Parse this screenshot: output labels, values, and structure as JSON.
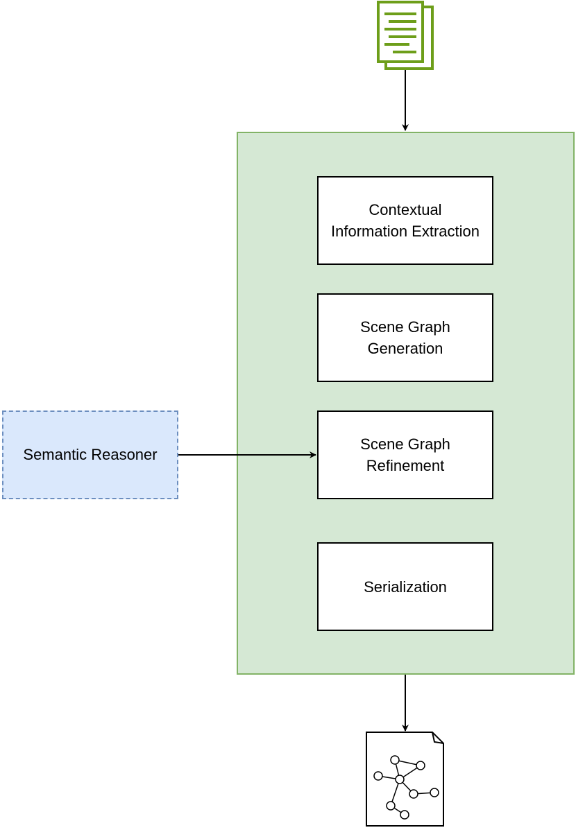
{
  "colors": {
    "pipeline_fill": "#d5e8d4",
    "pipeline_stroke": "#82b366",
    "reasoner_fill": "#dae8fc",
    "reasoner_stroke": "#6c8ebf",
    "document_icon": "#6d9e1a",
    "arrow": "#000000"
  },
  "input": {
    "icon": "document-icon"
  },
  "pipeline": {
    "steps": [
      {
        "label": "Contextual\nInformation Extraction"
      },
      {
        "label": "Scene Graph\nGeneration"
      },
      {
        "label": "Scene Graph\nRefinement"
      },
      {
        "label": "Serialization"
      }
    ]
  },
  "reasoner": {
    "label": "Semantic Reasoner"
  },
  "output": {
    "icon": "scene-graph-file-icon"
  }
}
